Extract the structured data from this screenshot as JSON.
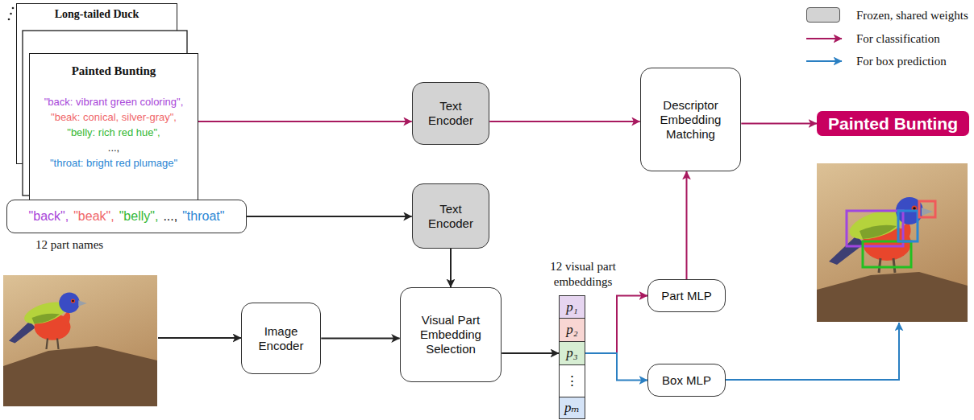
{
  "diagram": {
    "nodes": [
      {
        "text": [
          "Long-tailed Duck"
        ]
      },
      {
        "text": [
          "Painted Bunting",
          "\"back: vibrant green coloring\",",
          "\"beak: conical, silver-gray\",",
          "\"belly: rich red hue\",",
          "...,",
          "\"throat: bright red plumage\""
        ]
      },
      {
        "text": [
          "Text Encoder"
        ]
      },
      {
        "text": [
          "Descriptor Embedding Matching"
        ]
      },
      {
        "text": [
          "Painted Bunting"
        ]
      },
      {
        "text": [
          "\"back\",",
          "\"beak\",",
          "\"belly\",",
          "...,",
          "\"throat\""
        ]
      },
      {
        "text": [
          "Text Encoder"
        ]
      },
      {
        "text": [
          "Image Encoder"
        ]
      },
      {
        "text": [
          "Visual Part Embedding Selection"
        ]
      },
      {
        "text": [
          "p₁"
        ]
      },
      {
        "text": [
          "p₂"
        ]
      },
      {
        "text": [
          "p₃"
        ]
      },
      {
        "text": [
          "⋮"
        ]
      },
      {
        "text": [
          "pₘ"
        ]
      },
      {
        "text": [
          "Part MLP"
        ]
      },
      {
        "text": [
          "Box MLP"
        ]
      }
    ],
    "edges": [
      {
        "from": 1,
        "to": 2,
        "arrow": "to"
      },
      {
        "from": 2,
        "to": 3,
        "arrow": "to"
      },
      {
        "from": 3,
        "to": 4,
        "arrow": "to"
      },
      {
        "from": 5,
        "to": 6,
        "arrow": "to"
      },
      {
        "from": 6,
        "to": 8,
        "arrow": "to"
      },
      {
        "from": 7,
        "to": 8,
        "arrow": "to"
      },
      {
        "from": 8,
        "to": 11,
        "arrow": "to"
      },
      {
        "from": 11,
        "to": 14,
        "arrow": "to"
      },
      {
        "from": 11,
        "to": 15,
        "arrow": "to"
      },
      {
        "from": 14,
        "to": 3,
        "arrow": "to"
      }
    ],
    "labels": [
      "12 part names",
      "12 visual part embeddings"
    ],
    "legend": [
      {
        "text": "Frozen, shared weights",
        "color": "#d3d3d3"
      },
      {
        "text": "For classification"
      },
      {
        "text": "For box prediction"
      }
    ]
  }
}
